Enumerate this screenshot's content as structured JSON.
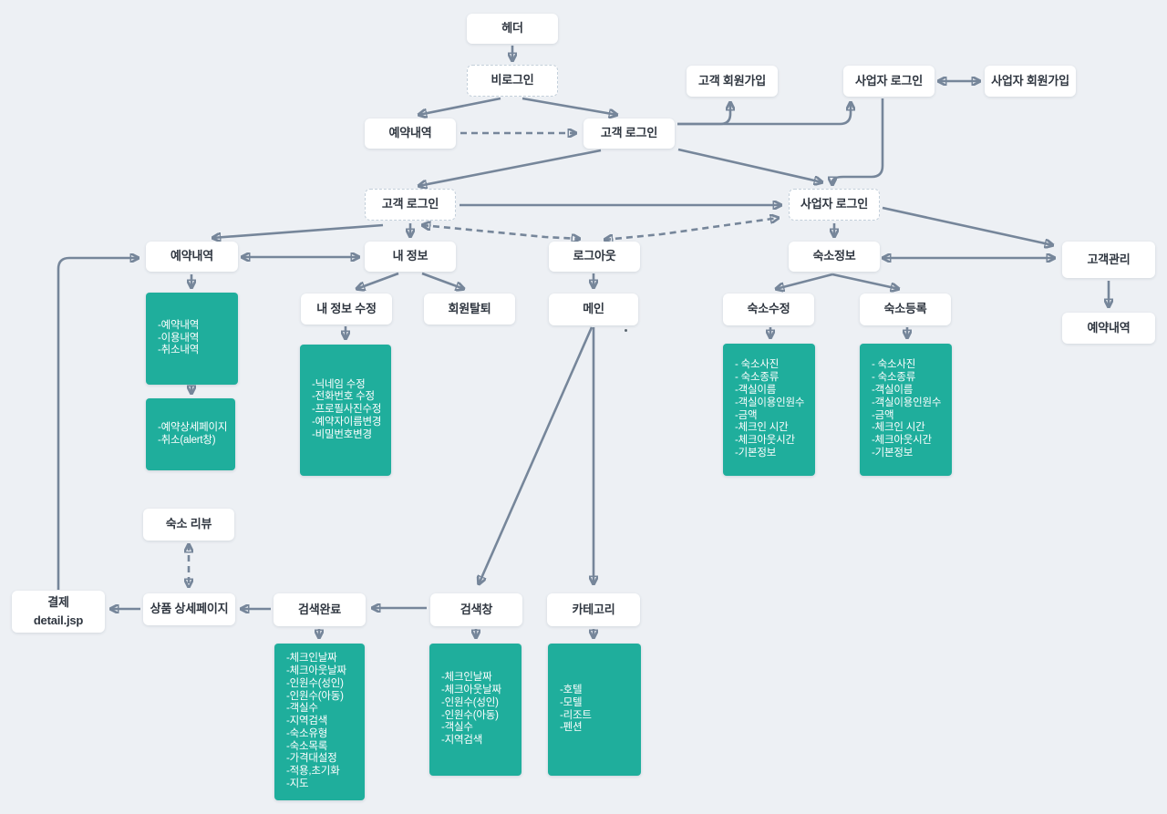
{
  "colors": {
    "background": "#edf0f4",
    "teal": "#1fae9c",
    "arrow": "#76869a"
  },
  "nodes": {
    "header": "헤더",
    "no_login": "비로그인",
    "customer_signup": "고객 회원가입",
    "business_login_top": "사업자 로그인",
    "business_signup": "사업자 회원가입",
    "reservation_top": "예약내역",
    "customer_login_top": "고객 로그인",
    "customer_login": "고객 로그인",
    "business_login": "사업자 로그인",
    "reservation_left": "예약내역",
    "my_info": "내 정보",
    "logout": "로그아웃",
    "lodging_info": "숙소정보",
    "customer_mgmt": "고객관리",
    "my_info_edit": "내 정보 수정",
    "withdraw": "회원탈퇴",
    "main": "메인",
    "lodging_edit": "숙소수정",
    "lodging_register": "숙소등록",
    "reservation_right": "예약내역",
    "lodging_review": "숙소 리뷰",
    "payment_line1": "결제",
    "payment_line2": "detail.jsp",
    "product_detail": "상품 상세페이지",
    "search_done": "검색완료",
    "search_box": "검색창",
    "category": "카테고리"
  },
  "teal_boxes": {
    "reservation_list": {
      "items": [
        "-예약내역",
        "-이용내역",
        "-취소내역"
      ]
    },
    "reservation_detail": {
      "items": [
        "-예약상세페이지",
        "-취소(alert창)"
      ]
    },
    "my_info_edit_list": {
      "items": [
        "-닉네임 수정",
        "-전화번호 수정",
        "-프로필사진수정",
        "-예약자이름변경",
        "-비밀번호변경"
      ]
    },
    "lodging_edit_list": {
      "items": [
        "- 숙소사진",
        "- 숙소종류",
        "-객실이름",
        "-객실이용인원수",
        "-금액",
        "-체크인 시간",
        "-체크아웃시간",
        "-기본정보"
      ]
    },
    "lodging_register_list": {
      "items": [
        "- 숙소사진",
        "- 숙소종류",
        "-객실이름",
        "-객실이용인원수",
        "-금액",
        "-체크인 시간",
        "-체크아웃시간",
        "-기본정보"
      ]
    },
    "search_done_list": {
      "items": [
        "-체크인날짜",
        "-체크아웃날짜",
        "-인원수(성인)",
        "-인원수(아동)",
        "-객실수",
        "-지역검색",
        "-숙소유형",
        "-숙소목록",
        "-가격대설정",
        "-적용,초기화",
        "-지도"
      ]
    },
    "search_box_list": {
      "items": [
        "-체크인날짜",
        "-체크아웃날짜",
        "-인원수(성인)",
        "-인원수(아동)",
        "-객실수",
        "-지역검색"
      ]
    },
    "category_list": {
      "items": [
        "-호텔",
        "-모텔",
        "-리조트",
        "-펜션"
      ]
    }
  }
}
